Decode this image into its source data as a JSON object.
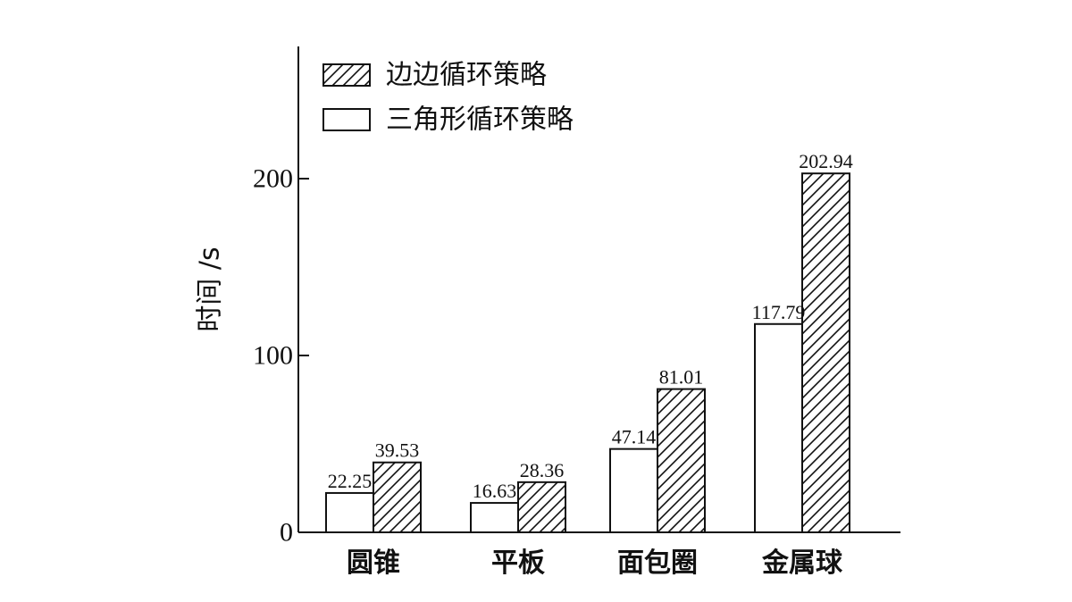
{
  "chart_data": {
    "type": "bar",
    "categories": [
      "圆锥",
      "平板",
      "面包圈",
      "金属球"
    ],
    "series": [
      {
        "name": "三角形循环策略",
        "values": [
          22.25,
          16.63,
          47.14,
          117.79
        ],
        "fill": "plain"
      },
      {
        "name": "边边循环策略",
        "values": [
          39.53,
          28.36,
          81.01,
          202.94
        ],
        "fill": "hatched"
      }
    ],
    "legend_order": [
      "边边循环策略",
      "三角形循环策略"
    ],
    "legend_placement": "top-left",
    "ylabel": "时间 /s",
    "xlabel": "",
    "title": "",
    "ylim": [
      0,
      275
    ],
    "yticks": [
      0,
      100,
      200
    ],
    "grid": false,
    "colors": {
      "stroke": "#111111",
      "background": "#ffffff"
    }
  }
}
